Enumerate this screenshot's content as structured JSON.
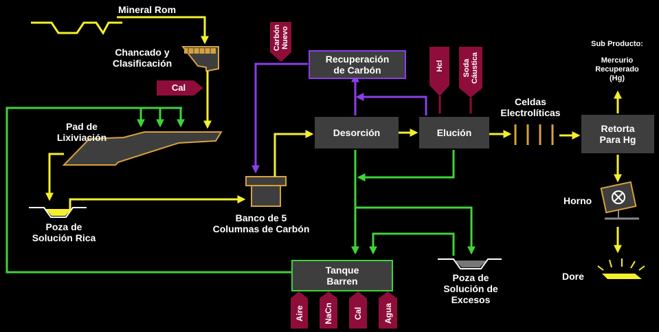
{
  "colors": {
    "yellow": "#f4ef2f",
    "green": "#3fd33a",
    "purple": "#8a3fe8",
    "gold": "#d7a23c",
    "box": "#3e3e3e",
    "tag": "#8e0d3a"
  },
  "labels": {
    "mineral_rom": "Mineral Rom",
    "chancado": "Chancado y",
    "clasificacion": "Clasificación",
    "cal_top": "Cal",
    "pad_1": "Pad de",
    "pad_2": "Lixiviación",
    "poza_rica_1": "Poza  de",
    "poza_rica_2": "Solución Rica",
    "banco_1": "Banco de 5",
    "banco_2": "Columnas de Carbón",
    "carbon_nuevo_1": "Carbón",
    "carbon_nuevo_2": "Nuevo",
    "recuperacion_1": "Recuperación",
    "recuperacion_2": "de Carbón",
    "desorcion": "Desorción",
    "elucion": "Elución",
    "hcl": "Hcl",
    "soda_1": "Soda",
    "soda_2": "Cáustica",
    "celdas_1": "Celdas",
    "celdas_2": "Electrolíticas",
    "sub_producto": "Sub Producto:",
    "mercurio_1": "Mercurio",
    "mercurio_2": "Recuperado",
    "mercurio_3": "(Hg)",
    "retorta_1": "Retorta",
    "retorta_2": "Para Hg",
    "horno": "Horno",
    "dore": "Dore",
    "tanque_1": "Tanque",
    "tanque_2": "Barren",
    "poza_exc_1": "Poza  de",
    "poza_exc_2": "Solución de",
    "poza_exc_3": "Excesos",
    "aire": "Aire",
    "nacn": "NaCn",
    "cal_bottom": "Cal",
    "agua": "Agua"
  }
}
